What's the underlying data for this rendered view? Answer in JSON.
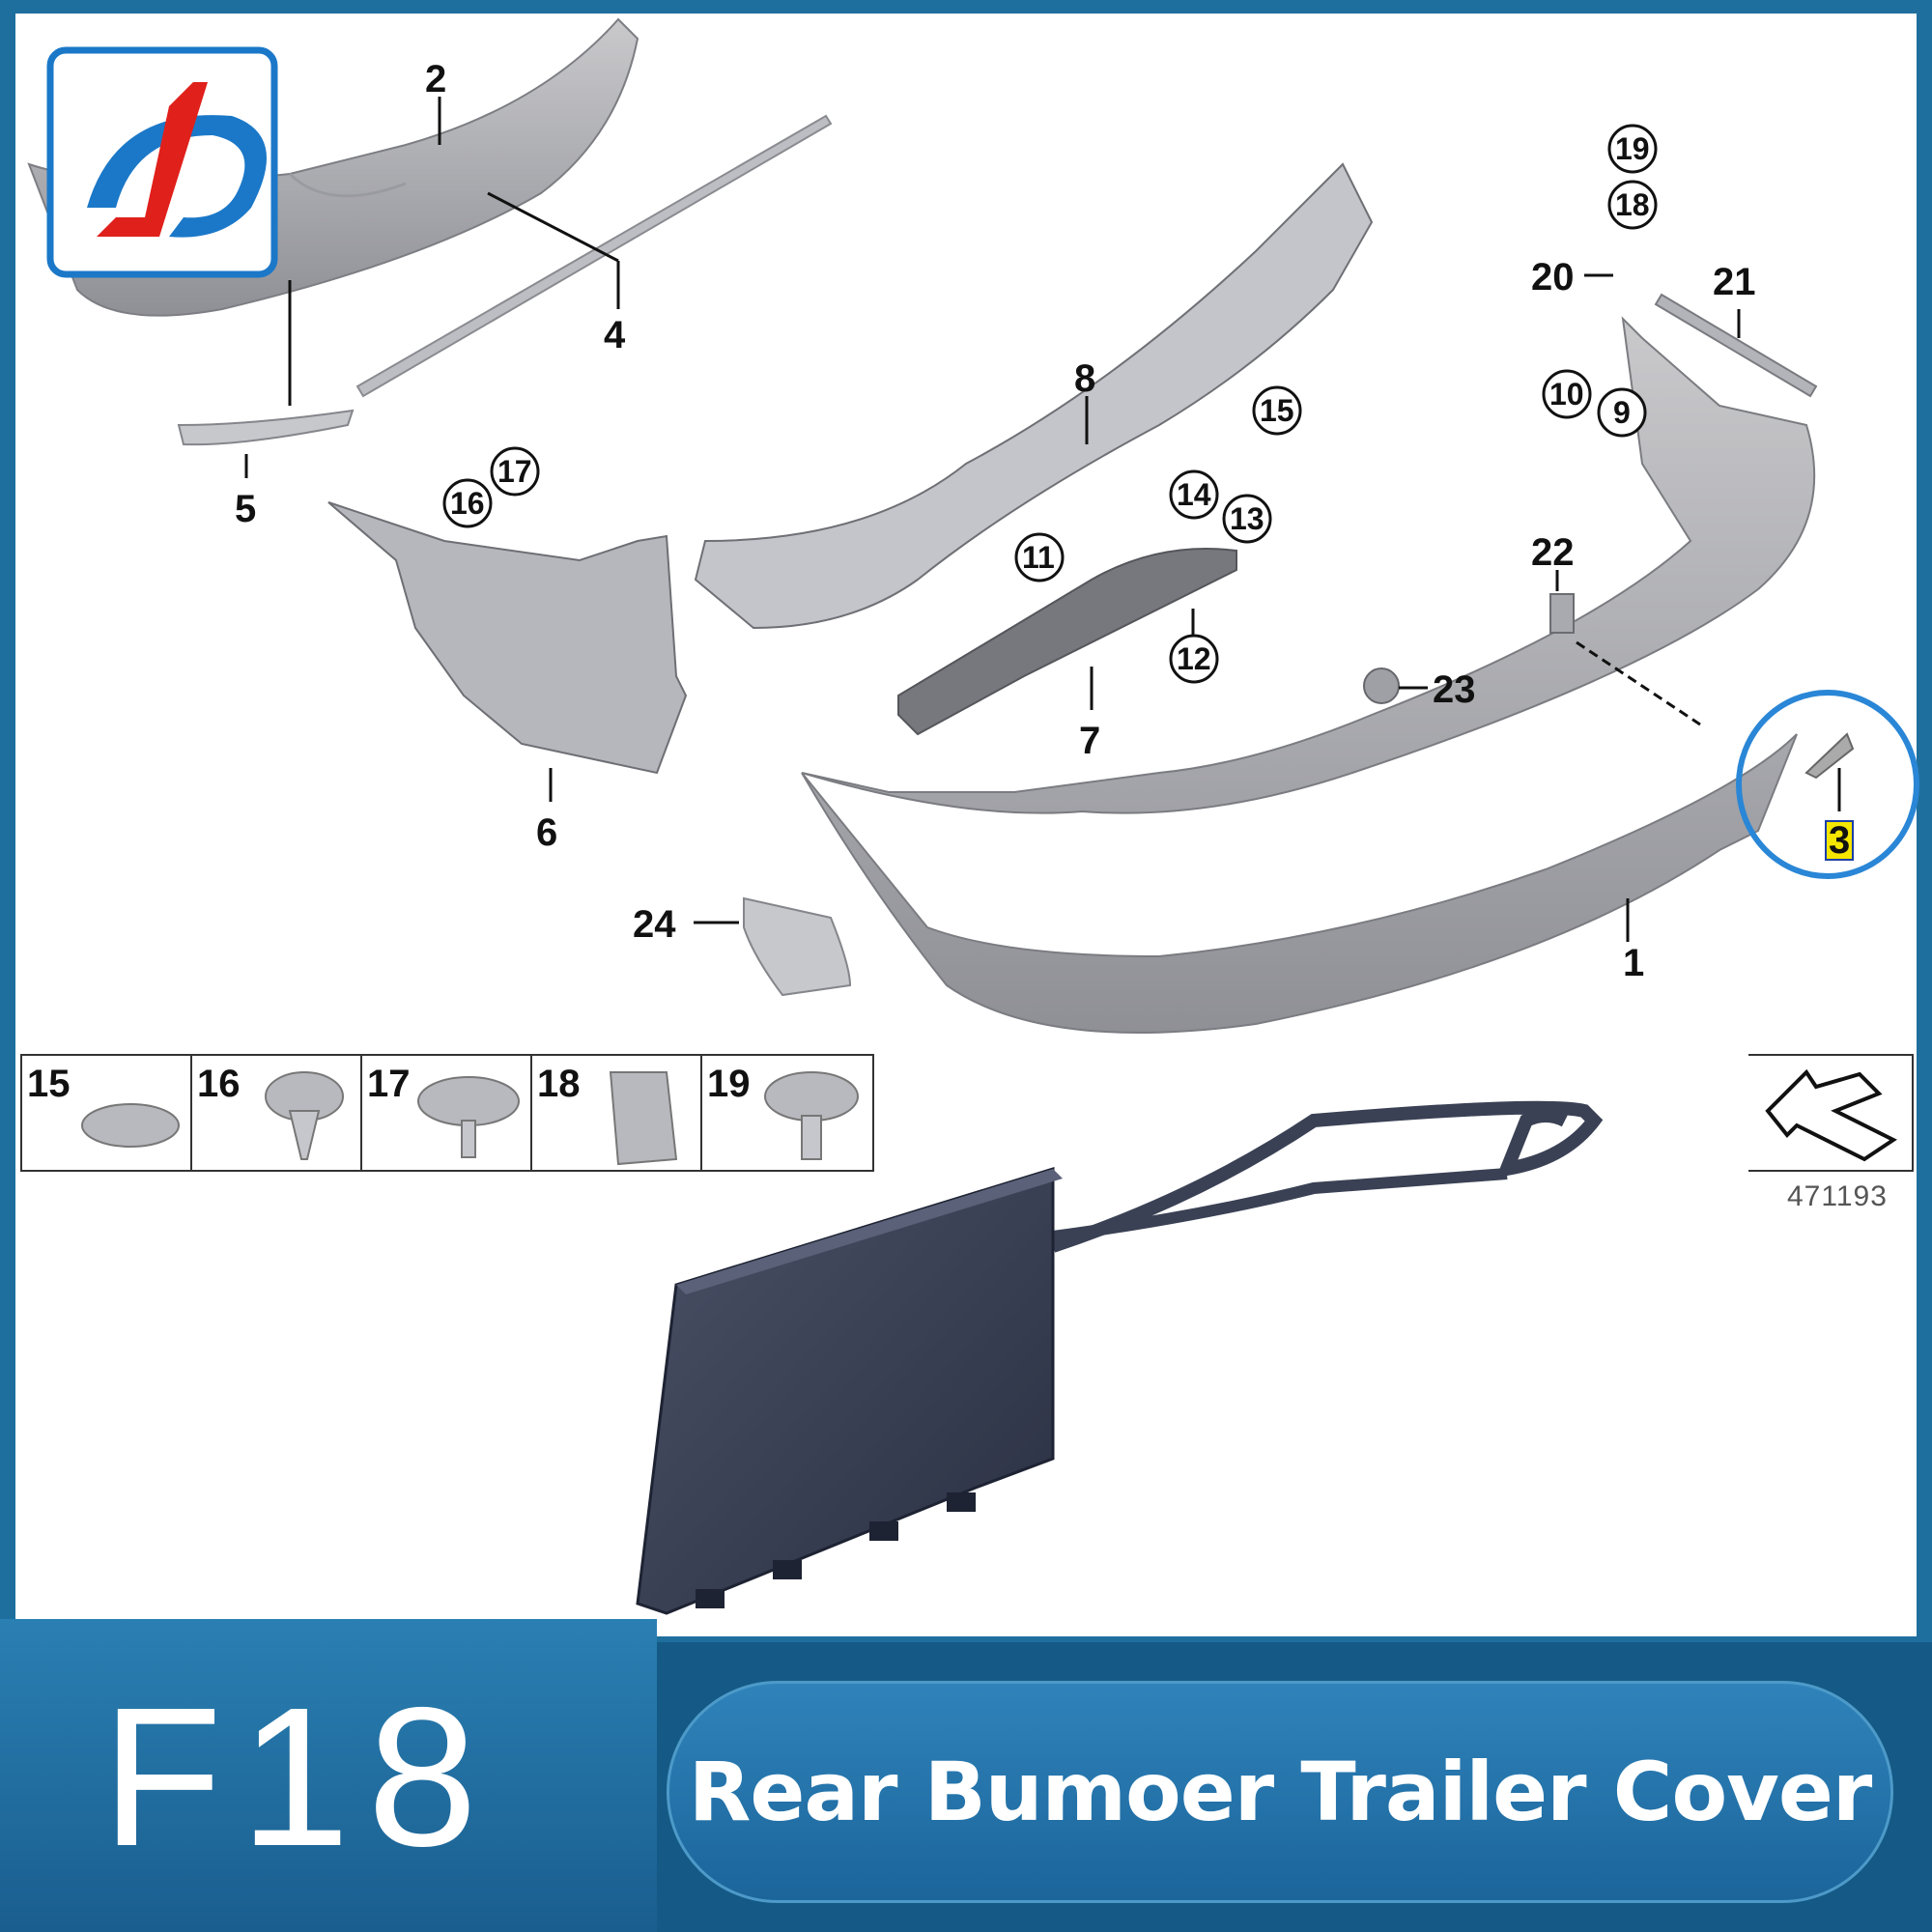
{
  "brand": {
    "logo_icon": "jd-logo",
    "accent": "#1b78c8",
    "accent_red": "#e0201b"
  },
  "diagram": {
    "callouts_plain": [
      "1",
      "2",
      "3",
      "4",
      "5",
      "6",
      "7",
      "8",
      "20",
      "21",
      "22",
      "23",
      "24"
    ],
    "callouts_circled": [
      "9",
      "10",
      "11",
      "12",
      "13",
      "14",
      "15",
      "16",
      "17",
      "18",
      "19"
    ],
    "fastener_table": [
      "15",
      "16",
      "17",
      "18",
      "19"
    ],
    "drawing_number": "471193",
    "highlight_color": "#2a86d6",
    "badge_color": "#f5e600"
  },
  "banner": {
    "model": "F18",
    "title": "Rear Bumoer Trailer Cover"
  }
}
